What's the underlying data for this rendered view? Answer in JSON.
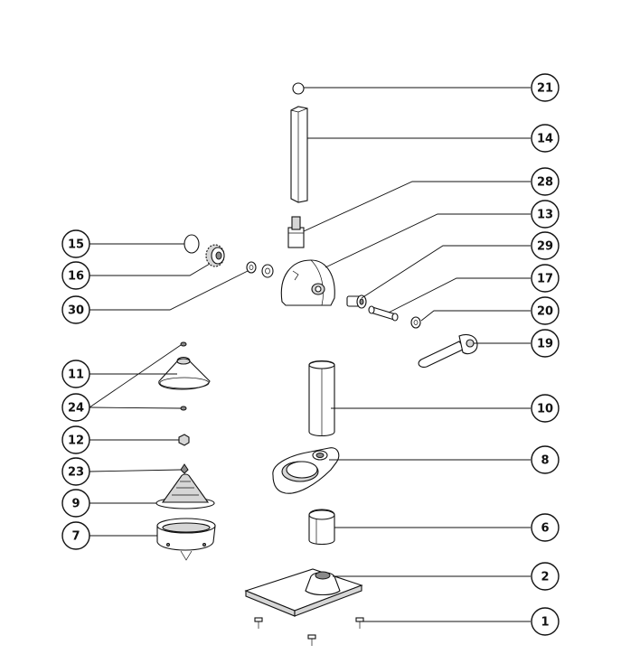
{
  "callouts": [
    {
      "id": "c21",
      "label": "21"
    },
    {
      "id": "c14",
      "label": "14"
    },
    {
      "id": "c28",
      "label": "28"
    },
    {
      "id": "c13",
      "label": "13"
    },
    {
      "id": "c29",
      "label": "29"
    },
    {
      "id": "c17",
      "label": "17"
    },
    {
      "id": "c20",
      "label": "20"
    },
    {
      "id": "c19",
      "label": "19"
    },
    {
      "id": "c10",
      "label": "10"
    },
    {
      "id": "c8",
      "label": "8"
    },
    {
      "id": "c6",
      "label": "6"
    },
    {
      "id": "c2",
      "label": "2"
    },
    {
      "id": "c1",
      "label": "1"
    },
    {
      "id": "c15",
      "label": "15"
    },
    {
      "id": "c16",
      "label": "16"
    },
    {
      "id": "c30",
      "label": "30"
    },
    {
      "id": "c11",
      "label": "11"
    },
    {
      "id": "c24",
      "label": "24"
    },
    {
      "id": "c12",
      "label": "12"
    },
    {
      "id": "c23",
      "label": "23"
    },
    {
      "id": "c9",
      "label": "9"
    },
    {
      "id": "c7",
      "label": "7"
    }
  ],
  "colors": {
    "line": "#111111",
    "background": "#ffffff"
  }
}
